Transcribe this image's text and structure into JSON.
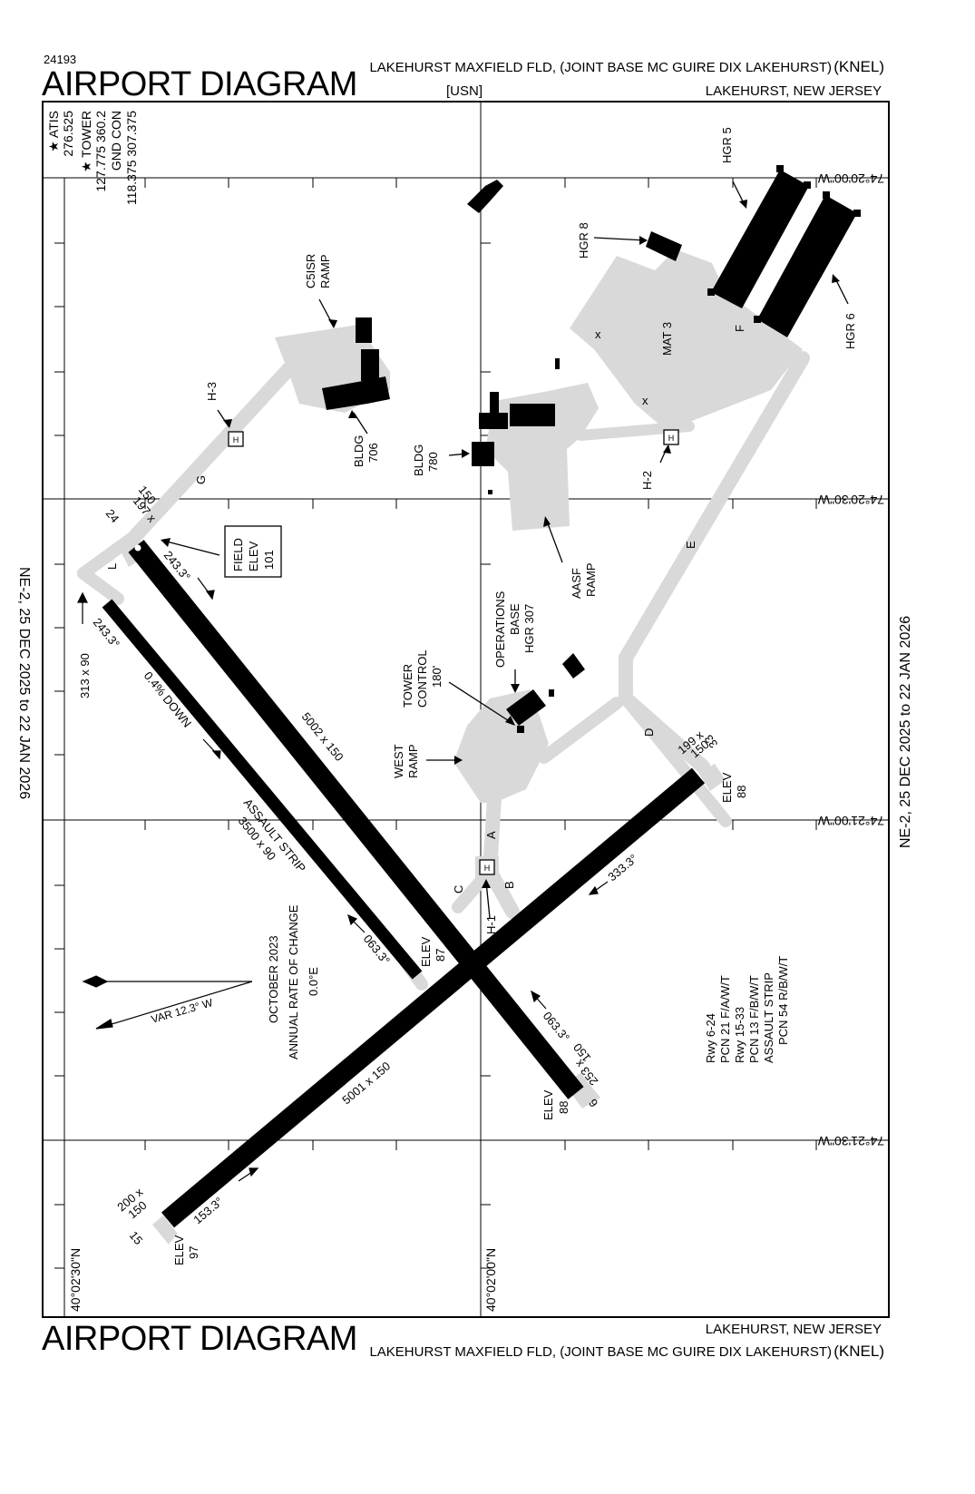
{
  "header": {
    "chart_number": "24193",
    "title": "AIRPORT DIAGRAM",
    "airport_name": "LAKEHURST MAXFIELD FLD, (JOINT BASE MC GUIRE DIX LAKEHURST)",
    "ident": "(KNEL)",
    "operator": "[USN]",
    "location": "LAKEHURST, NEW JERSEY"
  },
  "footer": {
    "title": "AIRPORT DIAGRAM",
    "location": "LAKEHURST, NEW JERSEY",
    "airport_name": "LAKEHURST MAXFIELD FLD, (JOINT BASE MC GUIRE DIX LAKEHURST)",
    "ident": "(KNEL)"
  },
  "validity": "NE-2,  25 DEC 2025  to  22 JAN 2026",
  "frequencies": {
    "atis": "★ ATIS",
    "atis_freq": "276.525",
    "tower": "★ TOWER",
    "tower_freq": "127.775  360.2",
    "gnd": "GND CON",
    "gnd_freq": "118.375  307.375"
  },
  "grid": {
    "lon_labels": [
      "74°20'00\"W",
      "74°20'30\"W",
      "74°21'00\"W",
      "74°21'30\"W"
    ],
    "lat_labels": [
      "40°02'30\"N",
      "40°02'00\"N"
    ]
  },
  "runways": {
    "rwy_15_33": {
      "dimensions": "5001 x 150",
      "end_15": "15",
      "end_33": "33",
      "heading_15": "153.3°",
      "heading_33": "333.3°",
      "elev_15": [
        "ELEV",
        "97"
      ],
      "elev_33": [
        "ELEV",
        "88"
      ],
      "overrun_15": [
        "200 x",
        "150"
      ],
      "overrun_33": [
        "199 x",
        "150"
      ]
    },
    "rwy_6_24": {
      "dimensions": "5002 x 150",
      "end_24": "24",
      "end_6": "6",
      "heading_24": "243.3°",
      "heading_6": "063.3°",
      "elev_6": [
        "ELEV",
        "88"
      ],
      "overrun_24": [
        "197 x",
        "150"
      ],
      "overrun_6": [
        "253 x",
        "150"
      ]
    },
    "assault_strip": {
      "dimensions": "3500 x 90",
      "name": "ASSAULT STRIP",
      "heading_1": "243.3°",
      "heading_2": "063.3°",
      "gradient": "0.4% DOWN",
      "elev": [
        "ELEV",
        "87"
      ],
      "overrun": "313 x 90"
    }
  },
  "field_elev": [
    "FIELD",
    "ELEV",
    "101"
  ],
  "pcn": [
    "Rwy 6-24",
    "PCN 21 F/A/W/T",
    "Rwy 15-33",
    "PCN 13 F/B/W/T",
    "ASSAULT STRIP",
    "PCN 54 R/B/W/T"
  ],
  "magvar": {
    "var": "VAR 12.3° W",
    "note": [
      "OCTOBER 2023",
      "ANNUAL RATE OF CHANGE",
      "0.0°E"
    ]
  },
  "labels": {
    "c5isr_ramp": [
      "C5ISR",
      "RAMP"
    ],
    "bldg706": [
      "BLDG",
      "706"
    ],
    "bldg780": [
      "BLDG",
      "780"
    ],
    "hgr5": "HGR 5",
    "hgr6": "HGR 6",
    "hgr8": "HGR 8",
    "mat3": "MAT 3",
    "aasf": [
      "AASF",
      "RAMP"
    ],
    "ops": [
      "OPERATIONS",
      "BASE",
      "HGR 307"
    ],
    "tower": [
      "TOWER",
      "CONTROL",
      "180'"
    ],
    "west_ramp": [
      "WEST",
      "RAMP"
    ],
    "h1": "H-1",
    "h2": "H-2",
    "h3": "H-3",
    "helipad_symbol": "H",
    "twy_a": "A",
    "twy_b": "B",
    "twy_c": "C",
    "twy_d": "D",
    "twy_e": "E",
    "twy_f": "F",
    "twy_g": "G",
    "twy_l": "L",
    "x_mark": "x"
  }
}
